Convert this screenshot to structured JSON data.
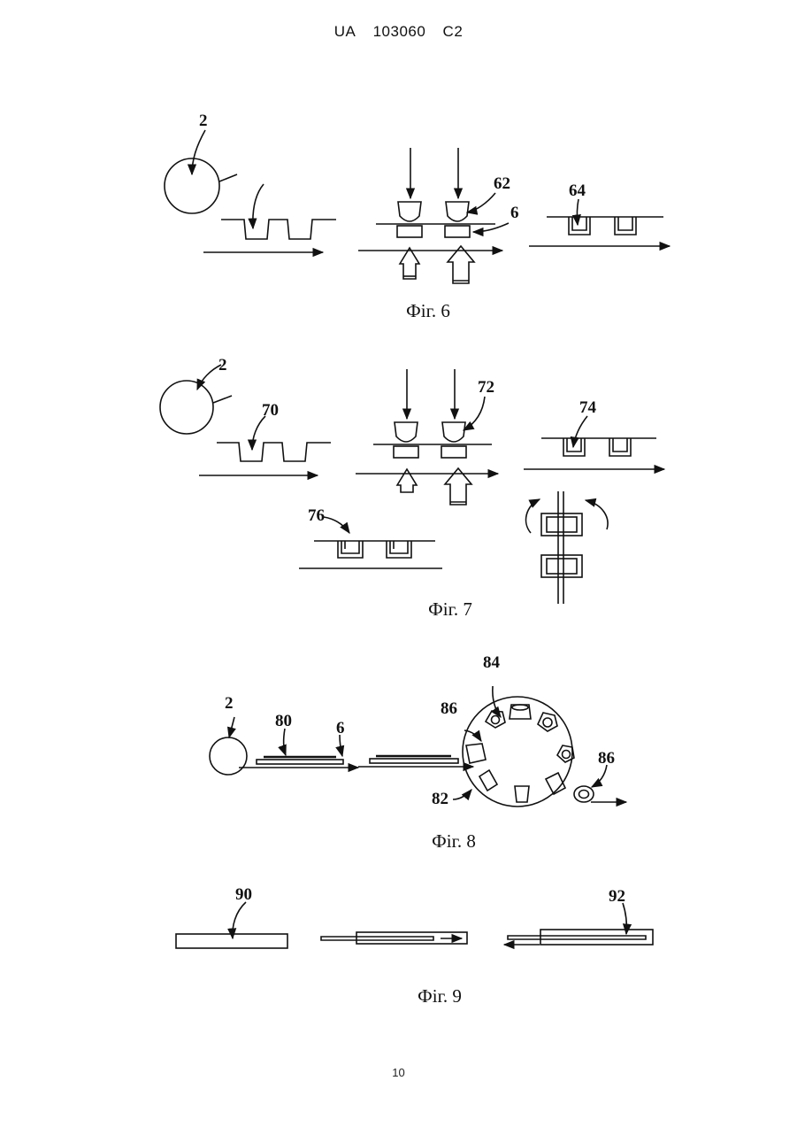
{
  "header": {
    "country": "UA",
    "number": "103060",
    "kind": "C2"
  },
  "page_number": "10",
  "figures": {
    "fig6": {
      "caption": "Фіг. 6",
      "labels": {
        "roll": "2",
        "punch": "62",
        "sheet": "6",
        "cup": "64"
      }
    },
    "fig7": {
      "caption": "Фіг. 7",
      "labels": {
        "roll": "2",
        "web": "70",
        "punch": "72",
        "cup": "74",
        "output": "76"
      }
    },
    "fig8": {
      "caption": "Фіг. 8",
      "labels": {
        "roll": "2",
        "strip": "80",
        "sheet": "6",
        "wheel": "84",
        "cup_in": "86",
        "cup_out": "86",
        "pocket": "82"
      }
    },
    "fig9": {
      "caption": "Фіг. 9",
      "labels": {
        "blank": "90",
        "tube": "92"
      }
    }
  }
}
